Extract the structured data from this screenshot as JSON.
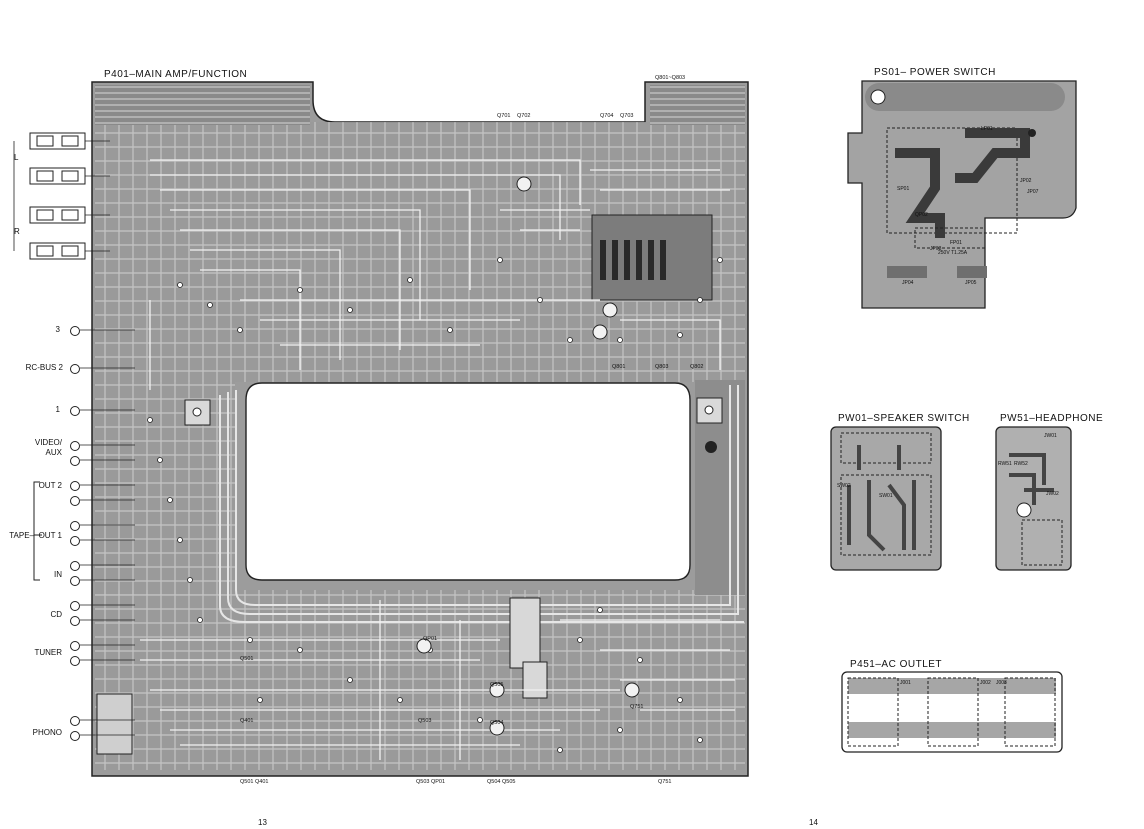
{
  "boards": {
    "main": {
      "title": "P401–MAIN AMP/FUNCTION"
    },
    "power_switch": {
      "title": "PS01– POWER SWITCH"
    },
    "speaker_switch": {
      "title": "PW01–SPEAKER SWITCH"
    },
    "headphone": {
      "title": "PW51–HEADPHONE"
    },
    "ac_outlet": {
      "title": "P451–AC OUTLET"
    }
  },
  "speaker_terminals": {
    "left": "L",
    "right": "R"
  },
  "jacks": [
    {
      "label": "3"
    },
    {
      "label": "RC-BUS 2"
    },
    {
      "label": "1"
    },
    {
      "label": "VIDEO/\nAUX"
    },
    {
      "label": "OUT 2"
    },
    {
      "label": "OUT 1"
    },
    {
      "label": "IN"
    },
    {
      "label": "CD"
    },
    {
      "label": "TUNER"
    },
    {
      "label": "PHONO"
    }
  ],
  "tape_group_label": "TAPE–",
  "transistor_labels_top": [
    "Q801–Q803",
    "Q701",
    "Q702",
    "Q704",
    "Q703"
  ],
  "transistor_labels_bottom": [
    "Q501",
    "Q401",
    "Q503",
    "QP01",
    "Q504",
    "Q505",
    "Q751"
  ],
  "component_labels": {
    "main": [
      "Q801",
      "Q803",
      "Q802",
      "Q501",
      "Q401",
      "Q503",
      "Q504",
      "Q505",
      "QP01",
      "Q751",
      "Q703",
      "Q702"
    ],
    "power": [
      "LP01",
      "JP02",
      "JP03",
      "JP04",
      "JP05",
      "JP07",
      "FP01",
      "QP02",
      "250V T1.25A",
      "SP01"
    ],
    "speaker": [
      "SW01",
      "SW02"
    ],
    "headphone": [
      "JW01",
      "JW02",
      "RW51",
      "RW52"
    ],
    "ac": [
      "J001",
      "J002",
      "J003"
    ]
  },
  "page_numbers": [
    "13",
    "14"
  ]
}
